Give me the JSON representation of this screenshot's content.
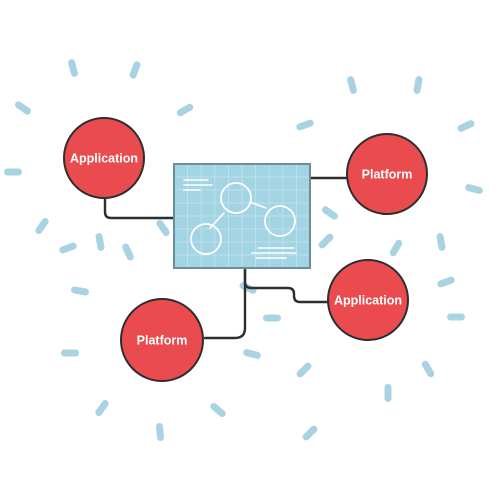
{
  "colors": {
    "node_fill": "#e94b4e",
    "node_stroke": "#2e2e2e",
    "connector": "#2e2e2e",
    "dash": "#a9d3e2",
    "board_fill": "#a3d4e3",
    "board_stroke": "#6c8e9b",
    "board_grid": "#c4e4ee",
    "board_line": "#ffffff"
  },
  "center_icon": "blueprint-board-icon",
  "nodes": [
    {
      "id": "application-top-left",
      "label": "Application"
    },
    {
      "id": "platform-top-right",
      "label": "Platform"
    },
    {
      "id": "application-bottom-right",
      "label": "Application"
    },
    {
      "id": "platform-bottom-left",
      "label": "Platform"
    }
  ]
}
